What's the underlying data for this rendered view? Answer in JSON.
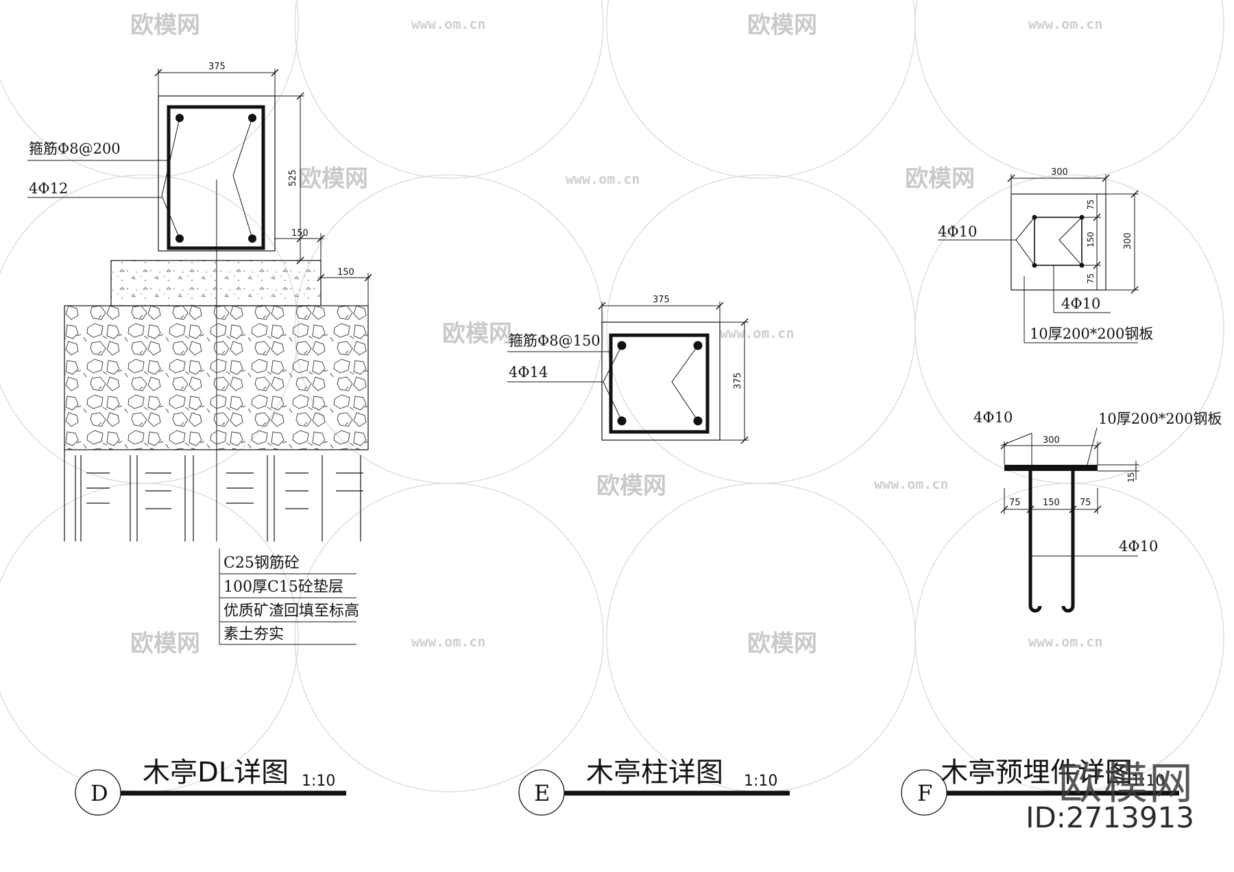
{
  "watermark": {
    "brand": "欧模网",
    "url": "www.om.cn"
  },
  "corner": {
    "brand": "欧模网",
    "id": "ID:2713913"
  },
  "detail_d": {
    "marker": "D",
    "title": "木亭DL详图",
    "scale": "1:10",
    "dim_top": "375",
    "dim_side": "525",
    "dim_step1": "150",
    "dim_step2": "150",
    "label_stirrup": "箍筋Φ8@200",
    "label_rebar": "4Φ12",
    "layers": [
      "C25钢筋砼",
      "100厚C15砼垫层",
      "优质矿渣回填至标高",
      "素土夯实"
    ]
  },
  "detail_e": {
    "marker": "E",
    "title": "木亭柱详图",
    "scale": "1:10",
    "dim_top": "375",
    "dim_side": "375",
    "label_stirrup": "箍筋Φ8@150",
    "label_rebar": "4Φ14"
  },
  "detail_f": {
    "marker": "F",
    "title": "木亭预埋件详图",
    "scale": "1:10",
    "plan": {
      "dim_top": "300",
      "dim_side": "300",
      "dim_a": "75",
      "dim_b": "150",
      "dim_c": "75",
      "label_left": "4Φ10",
      "label_bottom": "4Φ10",
      "label_plate": "10厚200*200钢板"
    },
    "section": {
      "label_left": "4Φ10",
      "label_plate": "10厚200*200钢板",
      "dim_top": "300",
      "dim_thk": "15",
      "dim_a": "75",
      "dim_b": "150",
      "dim_c": "75",
      "label_bar": "4Φ10"
    }
  }
}
